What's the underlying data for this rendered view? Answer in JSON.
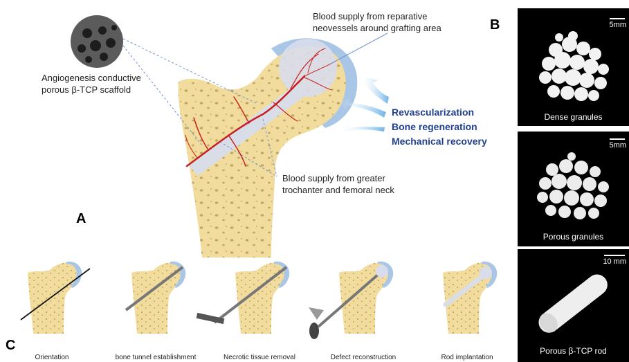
{
  "panels": {
    "a": "A",
    "b": "B",
    "c": "C"
  },
  "panel_a": {
    "scaffold_caption": [
      "Angiogenesis conductive",
      "porous β-TCP scaffold"
    ],
    "supply_top_caption": [
      "Blood supply from reparative",
      "neovessels around grafting area"
    ],
    "supply_bottom_caption": [
      "Blood supply from greater",
      "trochanter and femoral neck"
    ],
    "benefits": [
      "Revascularization",
      "Bone regeneration",
      "Mechanical recovery"
    ]
  },
  "panel_b": {
    "photos": [
      {
        "label": "Dense granules",
        "scale": "5mm"
      },
      {
        "label": "Porous granules",
        "scale": "5mm"
      },
      {
        "label": "Porous β-TCP rod",
        "scale": "10 mm"
      }
    ]
  },
  "panel_c": {
    "steps": [
      "Orientation",
      "bone tunnel establishment",
      "Necrotic tissue removal",
      "Defect reconstruction",
      "Rod implantation"
    ]
  },
  "colors": {
    "bone": "#f1dc9d",
    "cartilage": "#a9c6e6",
    "vessel": "#c81e1e",
    "benefit_text": "#1f3f8f"
  }
}
